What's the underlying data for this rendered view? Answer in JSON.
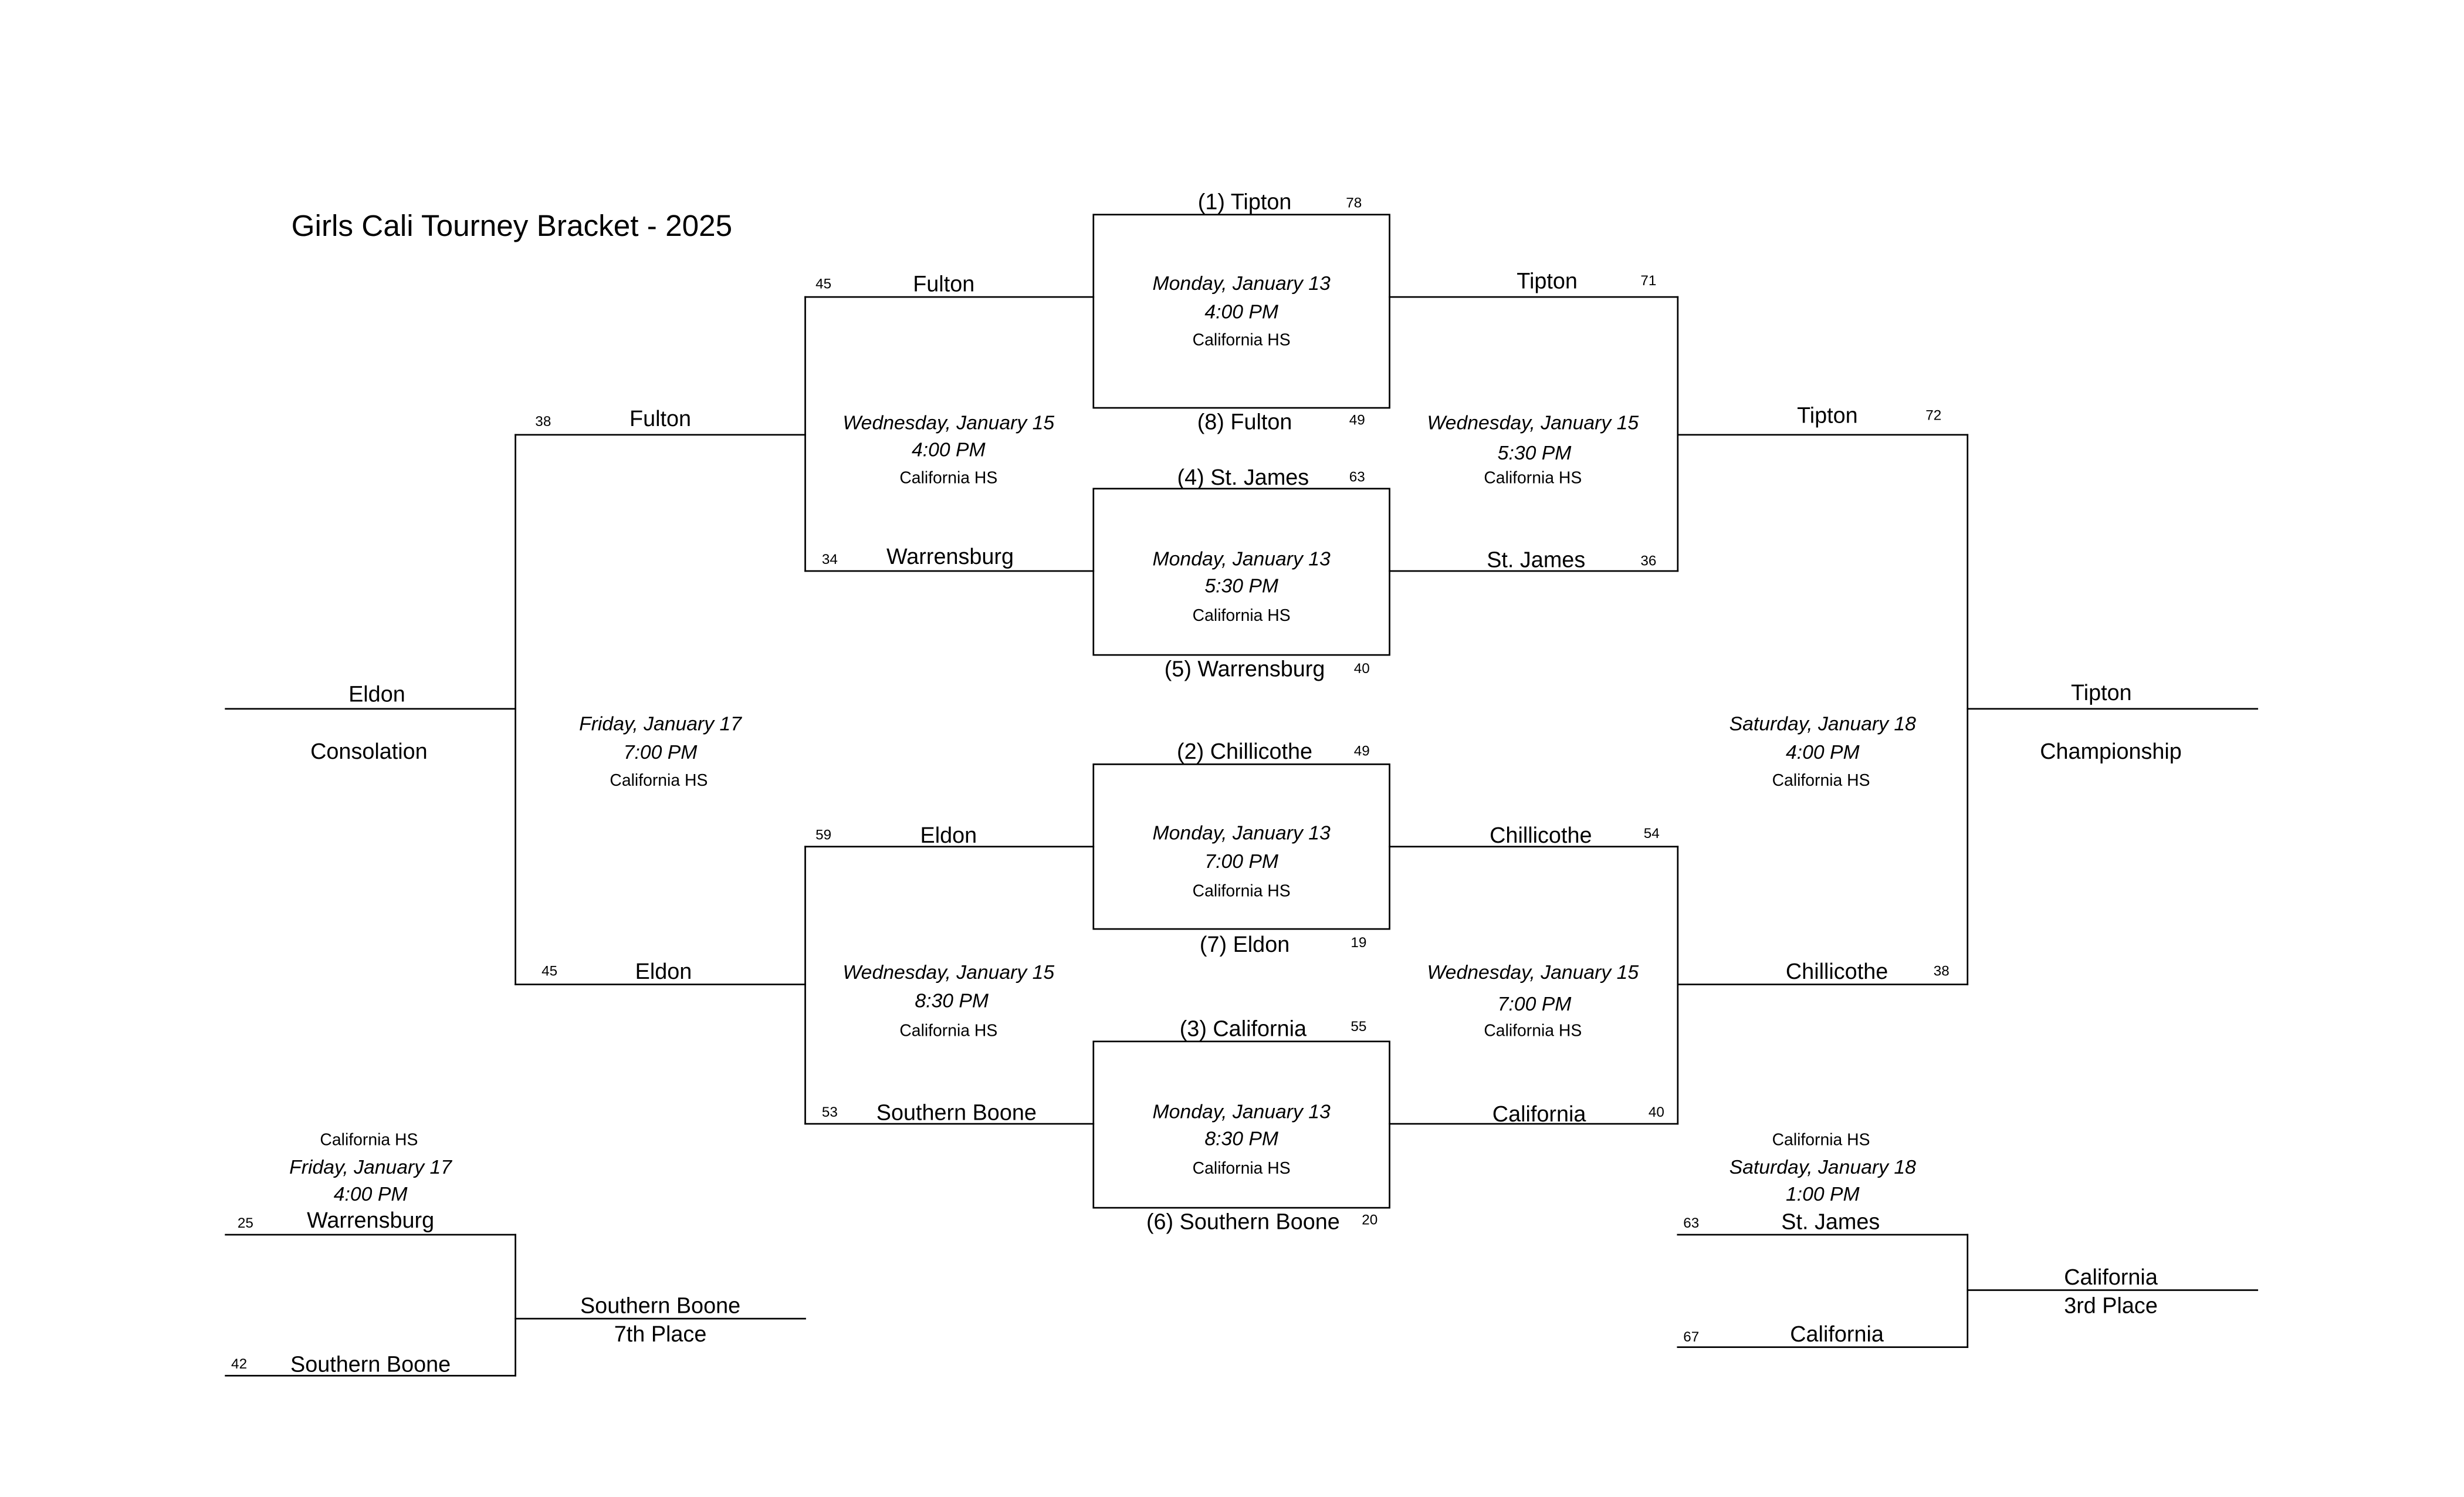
{
  "title": "Girls Cali Tourney Bracket - 2025",
  "labels": {
    "consolation": "Consolation",
    "championship": "Championship",
    "seventh": "7th Place",
    "third": "3rd Place"
  },
  "quarterfinals": [
    {
      "top_team": "(1) Tipton",
      "top_score": "78",
      "bottom_team": "(8) Fulton",
      "bottom_score": "49",
      "day": "Monday, January 13",
      "time": "4:00 PM",
      "venue": "California HS"
    },
    {
      "top_team": "(4) St. James",
      "top_score": "63",
      "bottom_team": "(5) Warrensburg",
      "bottom_score": "40",
      "day": "Monday, January 13",
      "time": "5:30 PM",
      "venue": "California HS"
    },
    {
      "top_team": "(2) Chillicothe",
      "top_score": "49",
      "bottom_team": "(7) Eldon",
      "bottom_score": "19",
      "day": "Monday, January 13",
      "time": "7:00 PM",
      "venue": "California HS"
    },
    {
      "top_team": "(3) California",
      "top_score": "55",
      "bottom_team": "(6) Southern Boone",
      "bottom_score": "20",
      "day": "Monday, January 13",
      "time": "8:30 PM",
      "venue": "California HS"
    }
  ],
  "consolation_r1": [
    {
      "top_team": "Fulton",
      "top_score": "45",
      "bottom_team": "Warrensburg",
      "bottom_score": "34",
      "day": "Wednesday, January 15",
      "time": "4:00 PM",
      "venue": "California HS"
    },
    {
      "top_team": "Eldon",
      "top_score": "59",
      "bottom_team": "Southern Boone",
      "bottom_score": "53",
      "day": "Wednesday, January 15",
      "time": "8:30 PM",
      "venue": "California HS"
    }
  ],
  "semifinals": [
    {
      "top_team": "Tipton",
      "top_score": "71",
      "bottom_team": "St. James",
      "bottom_score": "36",
      "day": "Wednesday, January 15",
      "time": "5:30 PM",
      "venue": "California HS"
    },
    {
      "top_team": "Chillicothe",
      "top_score": "54",
      "bottom_team": "California",
      "bottom_score": "40",
      "day": "Wednesday, January 15",
      "time": "7:00 PM",
      "venue": "California HS"
    }
  ],
  "consolation_final": {
    "top_team": "Fulton",
    "top_score": "38",
    "bottom_team": "Eldon",
    "bottom_score": "45",
    "day": "Friday, January 17",
    "time": "7:00 PM",
    "venue": "California HS",
    "winner": "Eldon"
  },
  "championship_game": {
    "top_team": "Tipton",
    "top_score": "72",
    "bottom_team": "Chillicothe",
    "bottom_score": "38",
    "day": "Saturday, January 18",
    "time": "4:00 PM",
    "venue": "California HS",
    "winner": "Tipton"
  },
  "seventh_place_game": {
    "top_team": "Warrensburg",
    "top_score": "25",
    "bottom_team": "Southern Boone",
    "bottom_score": "42",
    "day": "Friday, January 17",
    "time": "4:00 PM",
    "venue": "California HS",
    "winner": "Southern Boone"
  },
  "third_place_game": {
    "top_team": "St. James",
    "top_score": "63",
    "bottom_team": "California",
    "bottom_score": "67",
    "day": "Saturday, January 18",
    "time": "1:00 PM",
    "venue": "California HS",
    "winner": "California"
  }
}
